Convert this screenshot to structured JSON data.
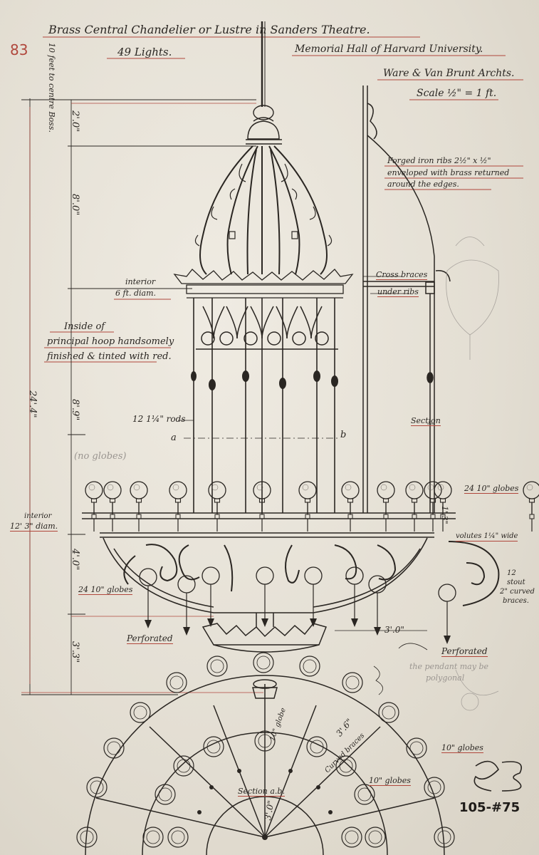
{
  "title": {
    "line1": "Brass Central Chandelier or Lustre in Sanders Theatre.",
    "lights": "49 Lights.",
    "building": "Memorial Hall of Harvard University.",
    "architects": "Ware & Van Brunt Archts.",
    "scale": "Scale ½\" = 1 ft."
  },
  "margin_notes": {
    "sheet_mark": "83",
    "top_note": "10 feet to centre Boss.",
    "corner_mark": "83",
    "catalog_number": "105-#75"
  },
  "dimensions": {
    "d1": "2'.0\"",
    "d2": "8'.0\"",
    "d3": "24'.4\"",
    "d4": "8'.9\"",
    "d5": "4'.0\"",
    "d6": "3'.3\"",
    "d7": "3'.0\"",
    "d8": "3'.6\"",
    "d9": "3'.0\"",
    "d10": "1'.3\""
  },
  "annotations": {
    "ribs_note_1": "Forged iron ribs 2½\" x ½\"",
    "ribs_note_2": "enveloped with brass returned",
    "ribs_note_3": "around the edges.",
    "cross_braces": "Cross braces",
    "under_ribs": "under ribs",
    "interior_1": "interior",
    "interior_2": "6 ft. diam.",
    "inside_1": "Inside of",
    "inside_2": "principal hoop handsomely",
    "inside_3": "finished & tinted with red.",
    "rods": "12 1¼\" rods",
    "section_a": "a",
    "section_b": "b",
    "no_globes": "(no globes)",
    "section_label": "Section",
    "interior_diam_1": "interior",
    "interior_diam_2": "12' 3\" diam.",
    "globes_24_top": "24 10\" globes",
    "globes_24_mid": "24 10\" globes",
    "volutes": "volutes 1¼\" wide",
    "stout_1": "12",
    "stout_2": "stout",
    "stout_3": "2\" curved",
    "stout_4": "braces.",
    "perforated_left": "Perforated",
    "perforated_right": "Perforated",
    "pencil_note_1": "the pendant may be",
    "pencil_note_2": "polygonal",
    "globe_note": "10\" globe",
    "globes_10": "10\" globes",
    "curved_braces": "Curved braces",
    "globes_10b": "10\" globes",
    "section_ab": "Section a.b."
  },
  "colors": {
    "paper": "#e7e2d8",
    "ink": "#2a2622",
    "red_ink": "#b0473c",
    "pencil": "#9a9590"
  }
}
